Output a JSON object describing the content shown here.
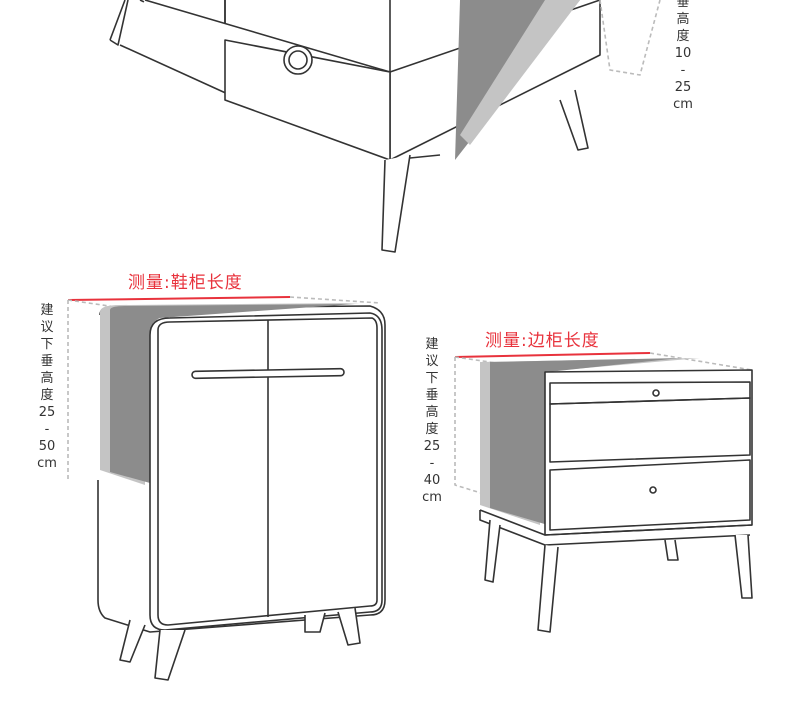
{
  "top_item": {
    "drop_height_chars": [
      "垂",
      "高",
      "度",
      "10",
      "-",
      "25",
      "cm"
    ]
  },
  "shoe_cabinet": {
    "measure_label": "测量:鞋柜长度",
    "drop_height_chars": [
      "建",
      "议",
      "下",
      "垂",
      "高",
      "度",
      "25",
      "-",
      "50",
      "cm"
    ]
  },
  "side_cabinet": {
    "measure_label": "测量:边柜长度",
    "drop_height_chars": [
      "建",
      "议",
      "下",
      "垂",
      "高",
      "度",
      "25",
      "-",
      "40",
      "cm"
    ]
  },
  "colors": {
    "accent": "#e8323c",
    "runner_dark": "#8c8c8c",
    "runner_light": "#c4c4c4",
    "line": "#333333"
  }
}
